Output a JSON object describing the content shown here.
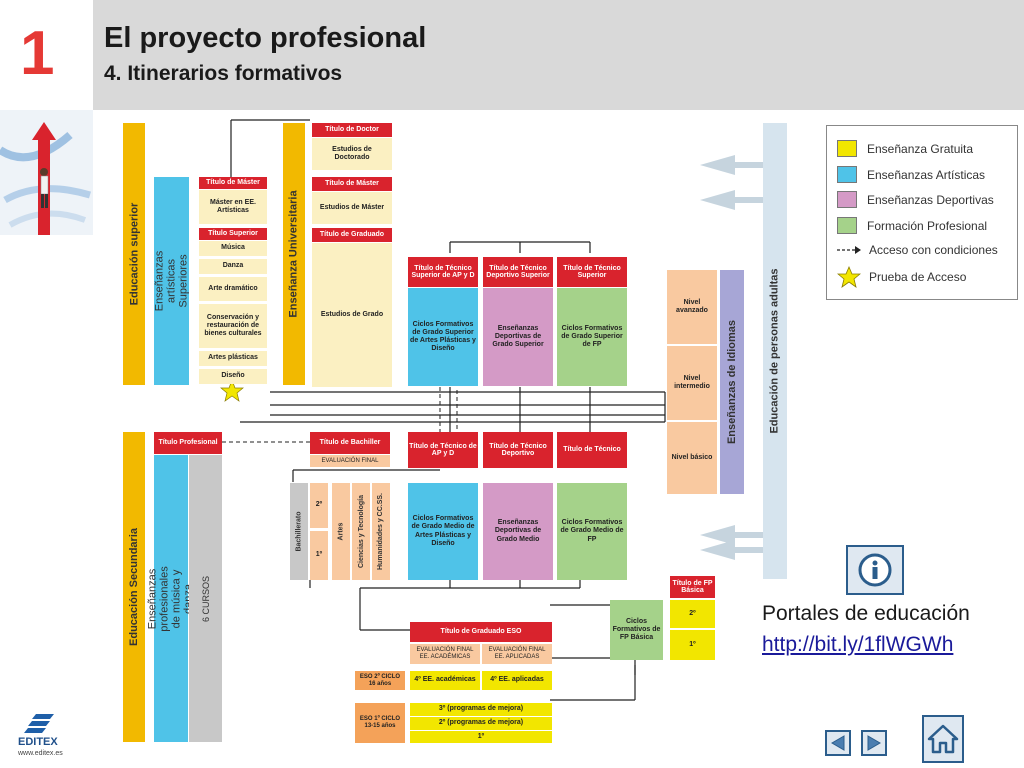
{
  "header": {
    "number": "1",
    "title": "El proyecto profesional",
    "subtitle": "4. Itinerarios formativos"
  },
  "colors": {
    "gratuita": "#f2e600",
    "artisticas": "#4fc3e8",
    "deportivas": "#d49ac6",
    "fp": "#a5d28a",
    "red_header": "#d9232d",
    "cream": "#fbf0c2",
    "orange_light": "#f9c9a0",
    "gray": "#c8c8c8",
    "lightblue_col": "#d6e4ee",
    "lavender": "#a7a6d6"
  },
  "diagram": {
    "superior": {
      "label": "Educación superior",
      "art_col": "Enseñanzas artísticas Superiores",
      "master_art_header": "Título de Máster",
      "master_art": "Máster en EE. Artísticas",
      "titulo_superior": "Título Superior",
      "art_items": [
        "Música",
        "Danza",
        "Arte dramático",
        "Conservación y restauración de bienes culturales",
        "Artes plásticas",
        "Diseño"
      ],
      "uni_label": "Enseñanza Universitaria",
      "doctor_header": "Título de Doctor",
      "doctor": "Estudios de Doctorado",
      "master_header": "Título de Máster",
      "master": "Estudios de Máster",
      "grado_header": "Título de Graduado",
      "grado": "Estudios de Grado",
      "ap_sup_header": "Título de Técnico Superior de AP y D",
      "ap_sup": "Ciclos Formativos de Grado Superior de Artes Plásticas y Diseño",
      "dep_sup_header": "Título de Técnico Deportivo Superior",
      "dep_sup": "Enseñanzas Deportivas de Grado Superior",
      "fp_sup_header": "Título de Técnico Superior",
      "fp_sup": "Ciclos Formativos de Grado Superior de FP"
    },
    "idiomas": {
      "label": "Enseñanzas de Idiomas",
      "levels": [
        "Nivel avanzado",
        "Nivel intermedio",
        "Nivel básico"
      ]
    },
    "adultos_label": "Educación de personas adultas",
    "secundaria": {
      "label": "Educación Secundaria",
      "musica_col": "Enseñanzas profesionales de música y danza",
      "titulo_profesional": "Título Profesional",
      "seis_cursos": "6 CURSOS",
      "bachiller_header": "Título de Bachiller",
      "evaluacion_final": "EVALUACIÓN FINAL",
      "bachillerato": "Bachillerato",
      "bach_years": [
        "2º",
        "1º"
      ],
      "bach_mods": [
        "Artes",
        "Ciencias y Tecnología",
        "Humanidades y CC.SS."
      ],
      "ap_med_header": "Título de Técnico de AP y D",
      "ap_med": "Ciclos Formativos de Grado Medio de Artes Plásticas y Diseño",
      "dep_med_header": "Título de Técnico Deportivo",
      "dep_med": "Enseñanzas Deportivas de Grado Medio",
      "fp_med_header": "Título de Técnico",
      "fp_med": "Ciclos Formativos de Grado Medio de FP",
      "fpb_header": "Título de FP Básica",
      "fpb": "Ciclos Formativos de FP Básica",
      "fpb_years": [
        "2º",
        "1º"
      ],
      "eso_header": "Título de Graduado ESO",
      "eval_acad": "EVALUACIÓN FINAL EE. ACADÉMICAS",
      "eval_apl": "EVALUACIÓN FINAL EE. APLICADAS",
      "eso2_label": "ESO 2º CICLO 16 años",
      "eso2_acad": "4º EE. académicas",
      "eso2_apl": "4º EE. aplicadas",
      "eso1_label": "ESO 1º CICLO 13-15 años",
      "eso1_rows": [
        "3º (programas de mejora)",
        "2º (programas de mejora)",
        "1º"
      ]
    }
  },
  "legend": {
    "items": [
      {
        "label": "Enseñanza Gratuita",
        "color": "#f2e600"
      },
      {
        "label": "Enseñanzas Artísticas",
        "color": "#4fc3e8"
      },
      {
        "label": "Enseñanzas Deportivas",
        "color": "#d49ac6"
      },
      {
        "label": "Formación Profesional",
        "color": "#a5d28a"
      }
    ],
    "conditional_access": "Acceso con condiciones",
    "access_test": "Prueba de Acceso"
  },
  "portal": {
    "label": "Portales de educación",
    "link": "http://bit.ly/1flWGWh"
  },
  "footer": {
    "logo": "EDITEX",
    "url": "www.editex.es"
  }
}
